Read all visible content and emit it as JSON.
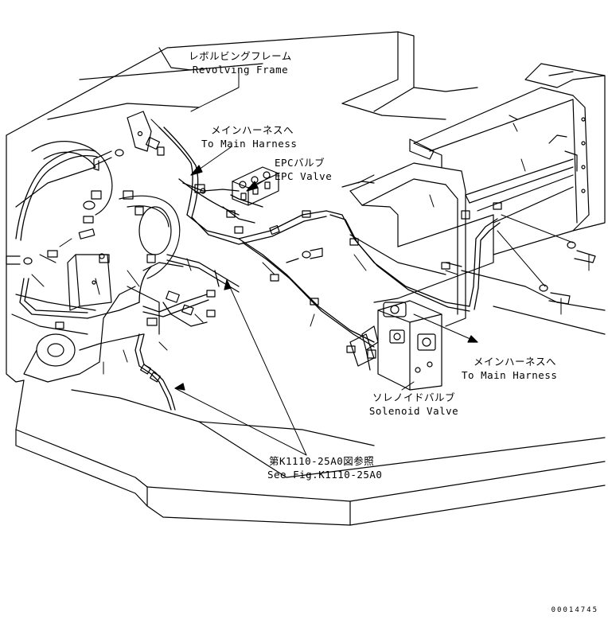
{
  "labels": {
    "revolving_frame_jp": "レボルビングフレーム",
    "revolving_frame_en": "Revolving Frame",
    "main_harness_top_jp": "メインハーネスへ",
    "main_harness_top_en": "To Main Harness",
    "epc_valve_jp": "EPCバルブ",
    "epc_valve_en": "EPC Valve",
    "main_harness_right_jp": "メインハーネスへ",
    "main_harness_right_en": "To Main Harness",
    "solenoid_valve_jp": "ソレノイドバルブ",
    "solenoid_valve_en": "Solenoid Valve",
    "see_fig_jp": "第K1110-25A0図参照",
    "see_fig_en": "See Fig.K1110-25A0"
  },
  "doc_number": "00014745",
  "colors": {
    "line": "#000000",
    "background": "#ffffff"
  }
}
